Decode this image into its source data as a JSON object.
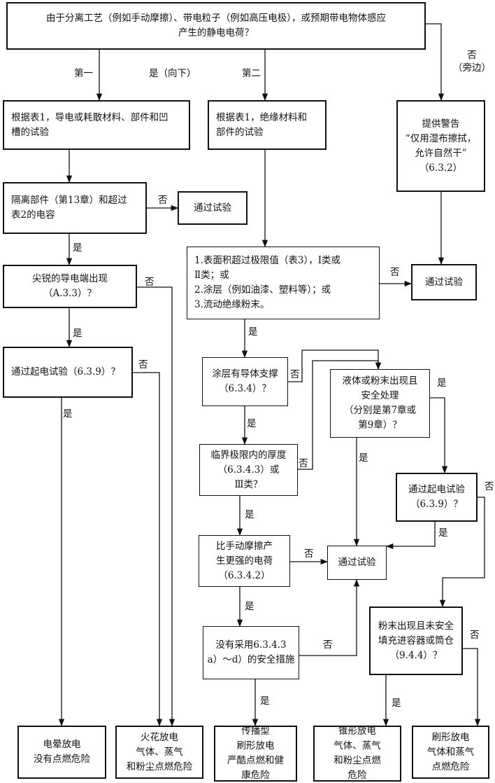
{
  "nodes": {
    "start": "由于分离工艺（例如手动摩擦）、带电粒子（例如高压电极），或预期带电物体感应\n产生的静电电荷？",
    "test_conductive": "根据表1，导电或耗散材料、部件和凹\n槽的试验",
    "test_insulating": "根据表1，绝缘材料和\n部件的试验",
    "warning": "提供警告\n“仅用湿布擦拭，\n允许自然干”\n（6.3.2）",
    "isolated_parts": "隔离部件（第13章）和超过\n表2的电容",
    "pass_1": "通过试验",
    "surface_area": "1.表面积超过极限值（表3），Ⅰ类或\nⅡ类；或\n2.涂层（例如油漆、塑料等）；或\n3.流动绝缘粉末。",
    "pass_2": "通过试验",
    "sharp_terminals": "尖锐的导电端出现\n（A.3.3）？",
    "charging_test_1": "通过起电试验（6.3.9）？",
    "coating_support": "涂层有导体支撑\n（6.3.4）？",
    "liquid_powder_safe": "液体或粉末出现且\n安全处理\n（分别是第7章或\n第9章）？",
    "critical_thickness": "临界极限内的厚度\n（6.3.4.3）或\nⅢ类？",
    "charging_test_2": "通过起电试验\n（6.3.9）？",
    "stronger_charge": "比手动摩擦产\n生更强的电荷\n（6.3.4.2）",
    "pass_3": "通过试验",
    "no_measures": "没有采用6.3.4.3\na）～d）的安全措施",
    "powder_unsafe": "粉末出现且未安全\n填充进容器或筒仓\n（9.4.4）？",
    "corona": "电晕放电\n没有点燃危险",
    "spark": "火花放电\n气体、蒸气\n和粉尘点燃危险",
    "propagating": "传播型\n刷形放电\n严酷点燃和健\n康危险",
    "cone": "锥形放电\n气体、蒸气\n和粉尘点燃\n危险",
    "brush": "刷形放电\n气体和蒸气\n点燃危险"
  },
  "labels": {
    "first": "第一",
    "yes_down": "是（向下）",
    "second": "第二",
    "no_side": "否\n（旁边）",
    "yes": "是",
    "no": "否"
  }
}
